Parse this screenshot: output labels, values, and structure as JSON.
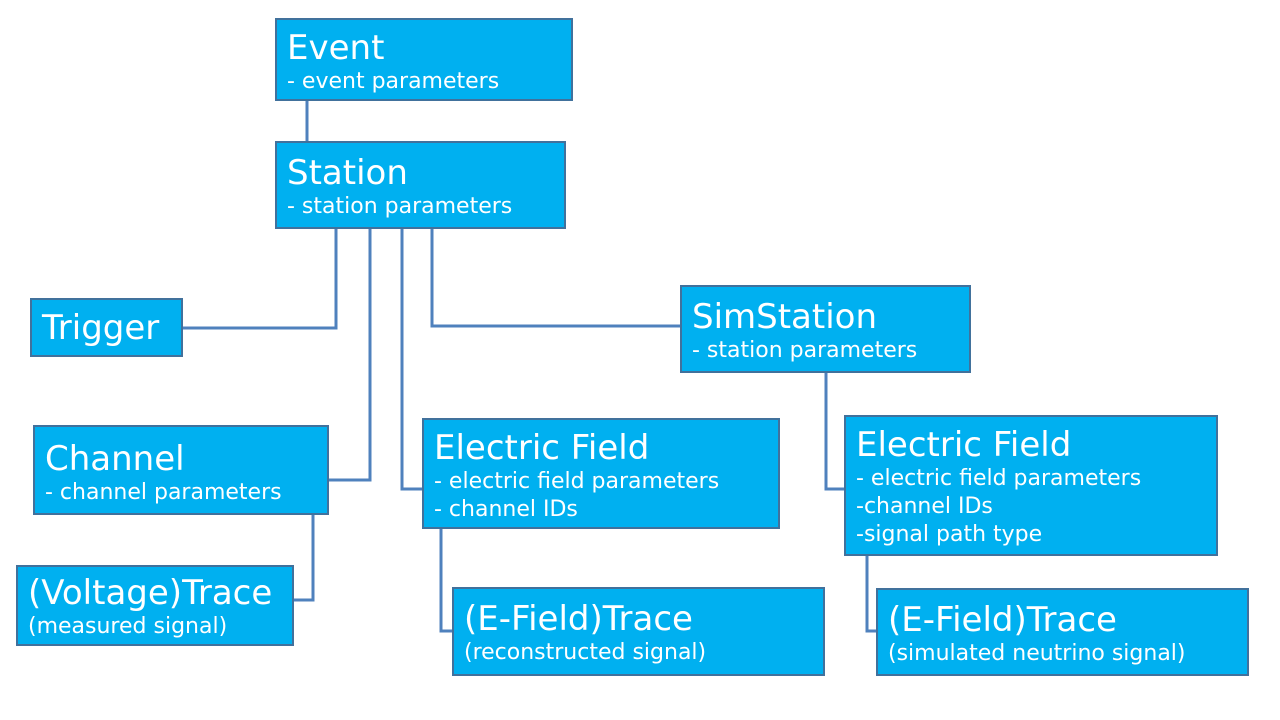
{
  "event": {
    "title": "Event",
    "lines": [
      "- event parameters"
    ]
  },
  "station": {
    "title": "Station",
    "lines": [
      "- station parameters"
    ]
  },
  "trigger": {
    "title": "Trigger"
  },
  "sim_station": {
    "title": "SimStation",
    "lines": [
      "- station parameters"
    ]
  },
  "channel": {
    "title": "Channel",
    "lines": [
      "- channel parameters"
    ]
  },
  "electric_field": {
    "title": "Electric Field",
    "lines": [
      "- electric field parameters",
      "- channel IDs"
    ]
  },
  "sim_electric_field": {
    "title": "Electric Field",
    "lines": [
      "- electric field parameters",
      "-channel IDs",
      "-signal path type"
    ]
  },
  "voltage_trace": {
    "title": "(Voltage)Trace",
    "lines": [
      "(measured signal)"
    ]
  },
  "efield_trace": {
    "title": "(E-Field)Trace",
    "lines": [
      "(reconstructed signal)"
    ]
  },
  "sim_efield_trace": {
    "title": "(E-Field)Trace",
    "lines": [
      "(simulated neutrino signal)"
    ]
  },
  "colors": {
    "box_fill": "#00b0f0",
    "box_border": "#41719c",
    "connector": "#4f81bd",
    "text": "#ffffff"
  }
}
